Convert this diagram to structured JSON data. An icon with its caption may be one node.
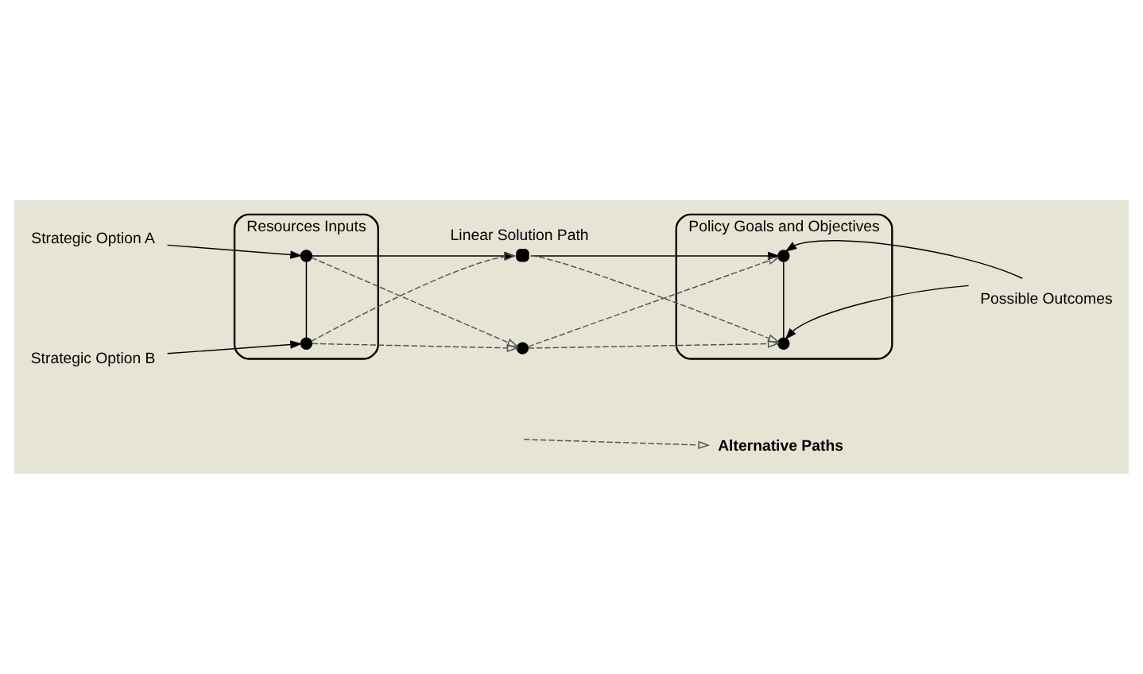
{
  "diagram": {
    "nodes": [
      {
        "text": [
          "Resources Inputs"
        ]
      },
      {
        "text": [],
        "shape": "circle",
        "in": 0
      },
      {
        "text": [],
        "shape": "circle",
        "in": 0
      },
      {
        "text": [
          "Policy Goals and Objectives"
        ]
      },
      {
        "text": [],
        "shape": "circle",
        "in": 3
      },
      {
        "text": [],
        "shape": "circle",
        "in": 3
      },
      {
        "text": [],
        "shape": "circle",
        "beside": [
          "Linear Solution Path"
        ]
      },
      {
        "text": [],
        "shape": "circle"
      },
      {
        "text": [
          "Strategic Option A"
        ]
      },
      {
        "text": [
          "Strategic Option B"
        ]
      },
      {
        "text": [
          "Possible Outcomes"
        ]
      }
    ],
    "edges": [
      {
        "from": 1,
        "to": 2,
        "arrow": "none"
      },
      {
        "from": 4,
        "to": 5,
        "arrow": "none"
      },
      {
        "from": 1,
        "to": 6,
        "arrow": "to"
      },
      {
        "from": 6,
        "to": 4,
        "arrow": "to"
      },
      {
        "from": 1,
        "to": 7,
        "arrow": "to",
        "style": "dashed"
      },
      {
        "from": 2,
        "to": 6,
        "arrow": "to",
        "style": "dashed"
      },
      {
        "from": 2,
        "to": 7,
        "arrow": "to",
        "style": "dashed"
      },
      {
        "from": 6,
        "to": 5,
        "arrow": "to",
        "style": "dashed"
      },
      {
        "from": 7,
        "to": 4,
        "arrow": "to",
        "style": "dashed"
      },
      {
        "from": 7,
        "to": 5,
        "arrow": "to",
        "style": "dashed"
      },
      {
        "from": 8,
        "to": 1,
        "arrow": "to"
      },
      {
        "from": 9,
        "to": 2,
        "arrow": "to"
      },
      {
        "from": 10,
        "to": 4,
        "arrow": "to"
      },
      {
        "from": 10,
        "to": 5,
        "arrow": "to"
      }
    ],
    "legend": [
      {
        "text": "Alternative Paths"
      }
    ]
  }
}
